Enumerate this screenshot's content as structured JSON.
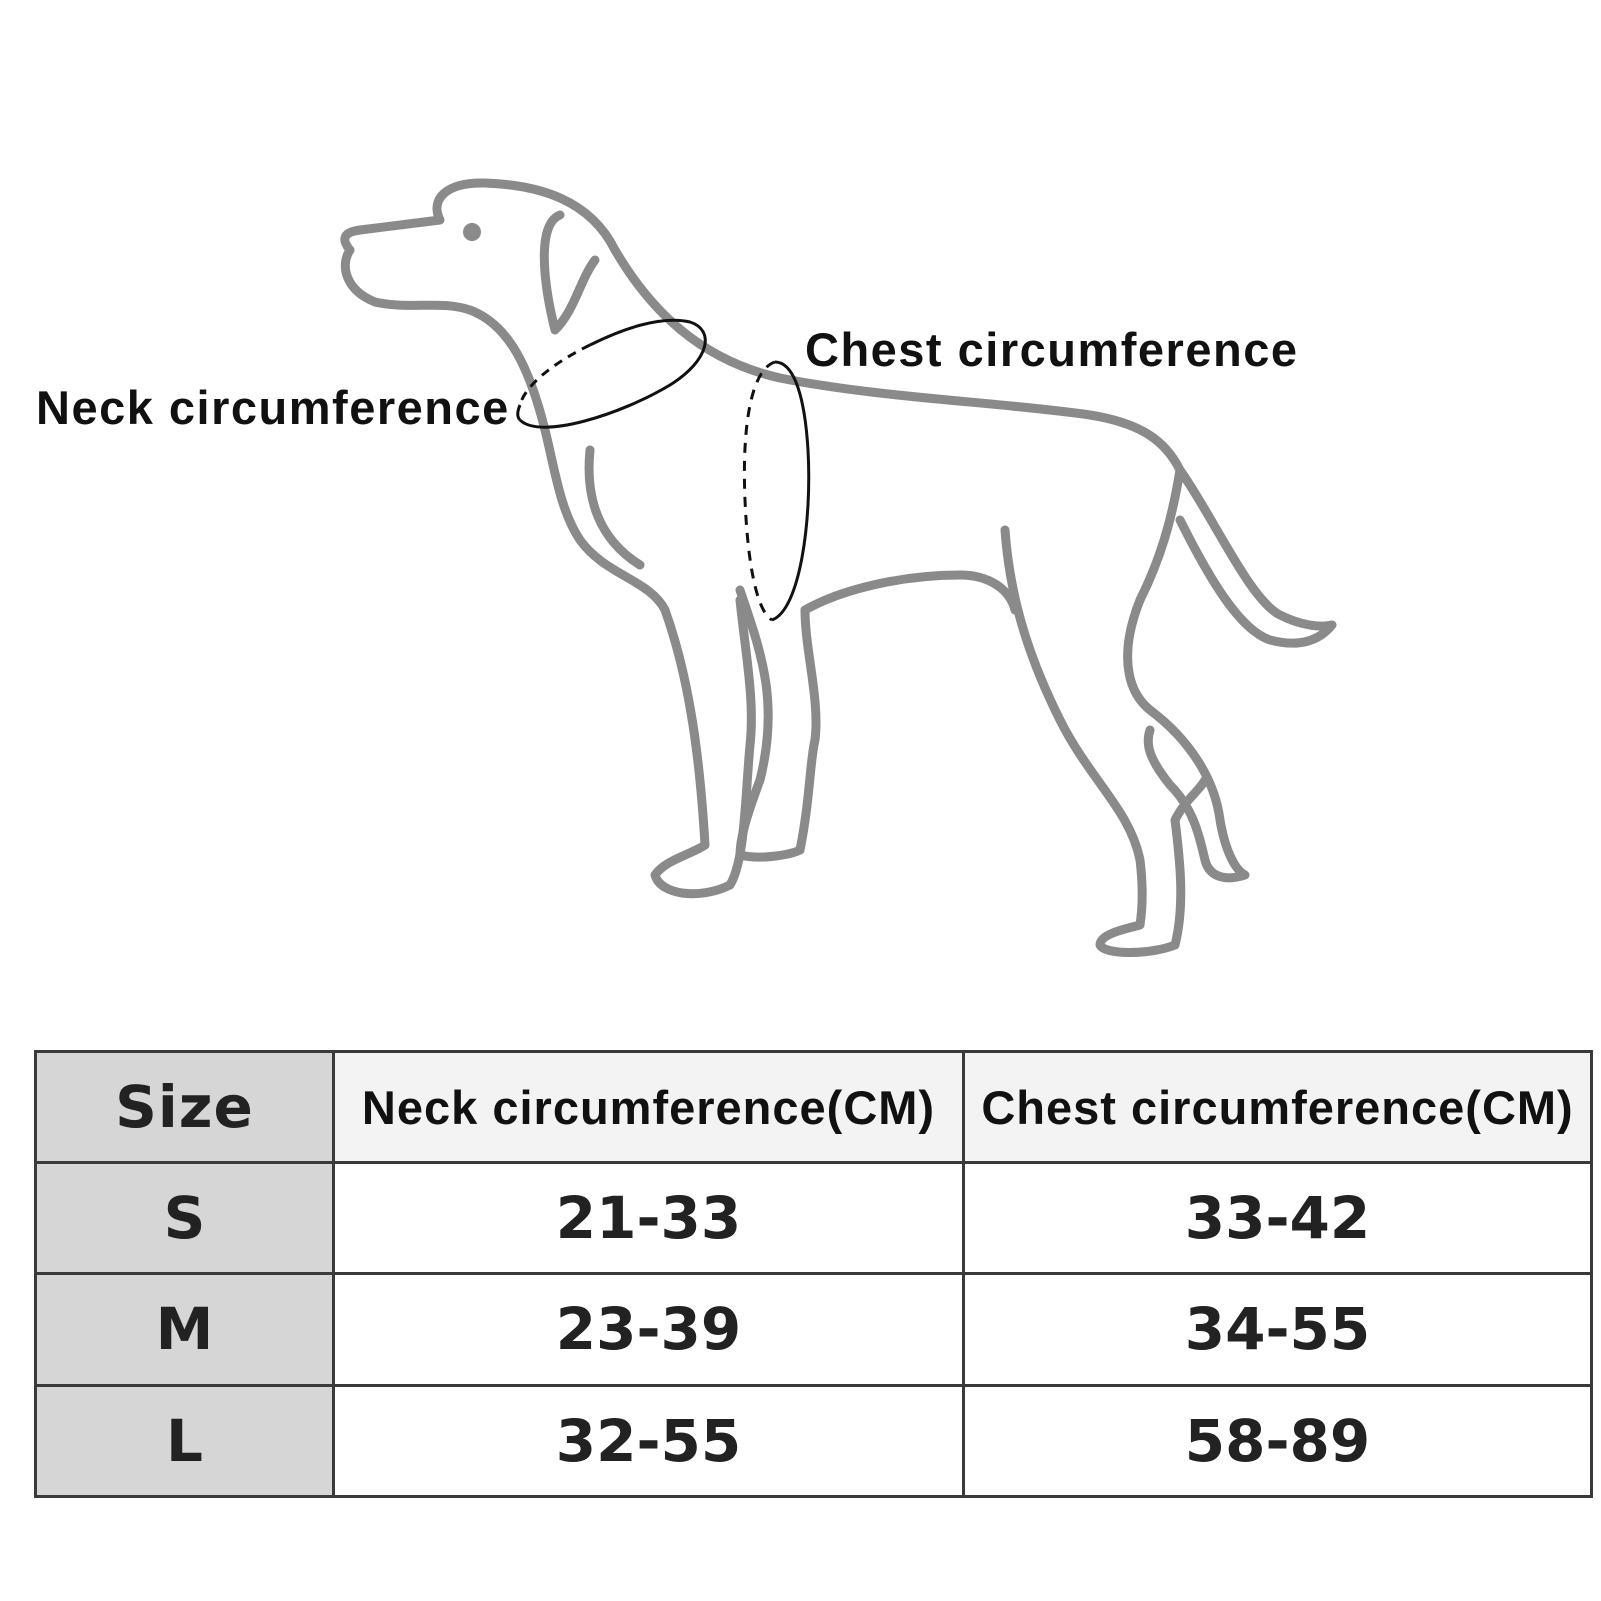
{
  "diagram": {
    "neck_label": "Neck circumference",
    "chest_label": "Chest circumference",
    "outline_color": "#8a8a8a",
    "marker_color": "#111111"
  },
  "table": {
    "headers": [
      "Size",
      "Neck circumference(CM)",
      "Chest circumference(CM)"
    ],
    "rows": [
      {
        "size": "S",
        "neck": "21-33",
        "chest": "33-42"
      },
      {
        "size": "M",
        "neck": "23-39",
        "chest": "34-55"
      },
      {
        "size": "L",
        "neck": "32-55",
        "chest": "58-89"
      }
    ],
    "size_column_color": "#d6d6d6",
    "header_color": "#f3f3f3"
  }
}
